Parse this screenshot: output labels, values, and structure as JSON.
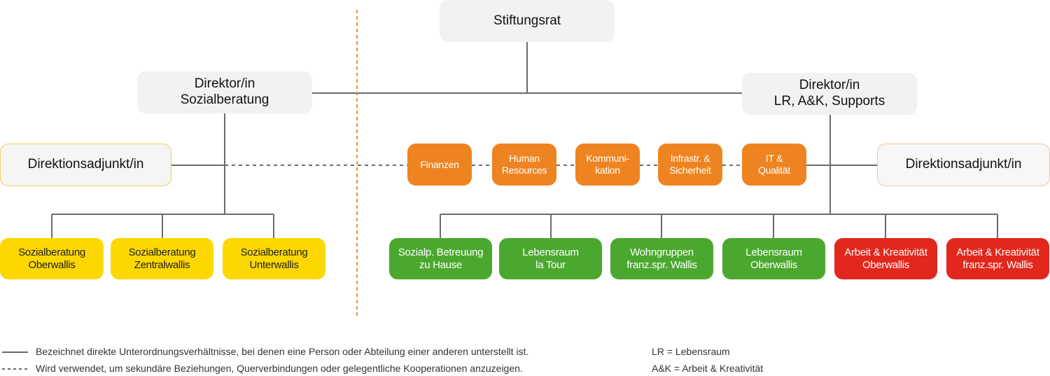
{
  "top": {
    "title": "Stiftungsrat"
  },
  "directors": {
    "left": [
      "Direktor/in",
      "Sozialberatung"
    ],
    "right": [
      "Direktor/in",
      "LR, A&K, Supports"
    ]
  },
  "deputies": {
    "left": "Direktionsadjunkt/in",
    "right": "Direktionsadjunkt/in"
  },
  "support_units": [
    [
      "Finanzen"
    ],
    [
      "Human",
      "Resources"
    ],
    [
      "Kommuni-",
      "kation"
    ],
    [
      "Infrastr. &",
      "Sicherheit"
    ],
    [
      "IT &",
      "Qualität"
    ]
  ],
  "social_units": [
    [
      "Sozialberatung",
      "Oberwallis"
    ],
    [
      "Sozialberatung",
      "Zentralwallis"
    ],
    [
      "Sozialberatung",
      "Unterwallis"
    ]
  ],
  "living_units": [
    [
      "Sozialp. Betreuung",
      "zu Hause"
    ],
    [
      "Lebensraum",
      "la Tour"
    ],
    [
      "Wohngruppen",
      "franz.spr. Wallis"
    ],
    [
      "Lebensraum",
      "Oberwallis"
    ]
  ],
  "work_units": [
    [
      "Arbeit & Kreativität",
      "Oberwallis"
    ],
    [
      "Arbeit & Kreativität",
      "franz.spr. Wallis"
    ]
  ],
  "legend": {
    "solid": "Bezeichnet direkte Unterordnungsverhältnisse, bei denen eine Person oder Abteilung einer anderen unterstellt ist.",
    "dashed": "Wird verwendet, um sekundäre Beziehungen, Querverbindungen oder gelegentliche Kooperationen anzuzeigen.",
    "abbr1": "LR = Lebensraum",
    "abbr2": "A&K = Arbeit & Kreativität"
  },
  "colors": {
    "orange": "#ee8421",
    "yellow": "#fdd700",
    "green": "#4ba82f",
    "red": "#e2271c",
    "gray": "#f2f2f2",
    "line": "#6b6b6b"
  }
}
